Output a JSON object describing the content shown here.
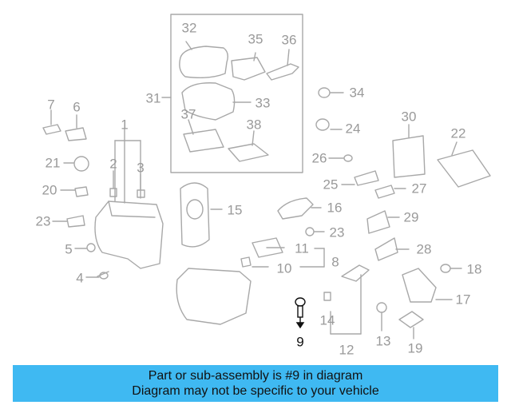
{
  "diagram": {
    "callouts": [
      {
        "label": "1"
      },
      {
        "label": "2"
      },
      {
        "label": "3"
      },
      {
        "label": "4"
      },
      {
        "label": "5"
      },
      {
        "label": "6"
      },
      {
        "label": "7"
      },
      {
        "label": "8"
      },
      {
        "label": "9"
      },
      {
        "label": "10"
      },
      {
        "label": "11"
      },
      {
        "label": "12"
      },
      {
        "label": "13"
      },
      {
        "label": "14"
      },
      {
        "label": "15"
      },
      {
        "label": "16"
      },
      {
        "label": "17"
      },
      {
        "label": "18"
      },
      {
        "label": "19"
      },
      {
        "label": "20"
      },
      {
        "label": "21"
      },
      {
        "label": "22"
      },
      {
        "label": "23"
      },
      {
        "label": "23"
      },
      {
        "label": "24"
      },
      {
        "label": "25"
      },
      {
        "label": "26"
      },
      {
        "label": "27"
      },
      {
        "label": "28"
      },
      {
        "label": "29"
      },
      {
        "label": "30"
      },
      {
        "label": "31"
      },
      {
        "label": "32"
      },
      {
        "label": "33"
      },
      {
        "label": "34"
      },
      {
        "label": "35"
      },
      {
        "label": "36"
      },
      {
        "label": "37"
      },
      {
        "label": "38"
      }
    ],
    "highlighted_part": "9",
    "colors": {
      "line": "#a8a8a8",
      "highlight": "#111111",
      "part_fill": "#ffffff"
    }
  },
  "caption": {
    "line1": "Part or sub-assembly is #9 in diagram",
    "line2": "Diagram may not be specific to your vehicle",
    "background": "#3fb9f2"
  }
}
